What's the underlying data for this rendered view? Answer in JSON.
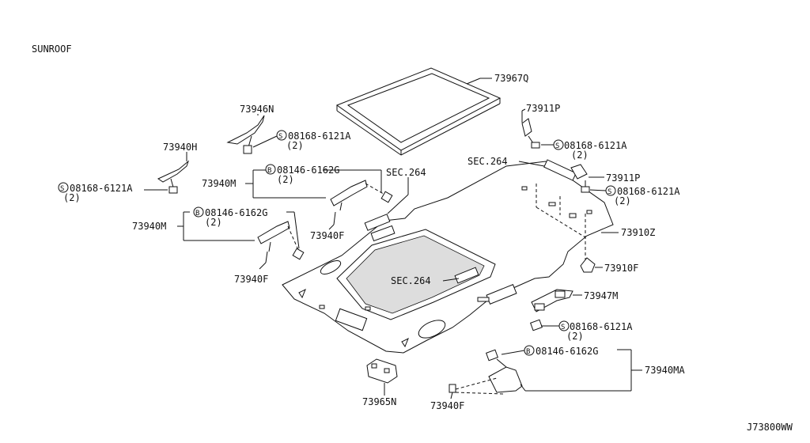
{
  "title": "SUNROOF",
  "figure_code": "J73800WW",
  "labels": {
    "p73967Q": "73967Q",
    "p73946N": "73946N",
    "p73940H": "73940H",
    "p73940M_upper": "73940M",
    "p73940M_lower": "73940M",
    "p73940F_a": "73940F",
    "p73940F_b": "73940F",
    "p73940F_c": "73940F",
    "p73911P_a": "73911P",
    "p73911P_b": "73911P",
    "p73910Z": "73910Z",
    "p73910F": "73910F",
    "p73947M": "73947M",
    "p73940MA": "73940MA",
    "p73965N": "73965N",
    "sec264_a": "SEC.264",
    "sec264_b": "SEC.264",
    "sec264_c": "SEC.264"
  },
  "fasteners": {
    "screw_code": "08168-6121A",
    "bolt_code": "08146-6162G",
    "qty": "(2)",
    "screw_symbol": "S",
    "bolt_symbol": "B"
  }
}
